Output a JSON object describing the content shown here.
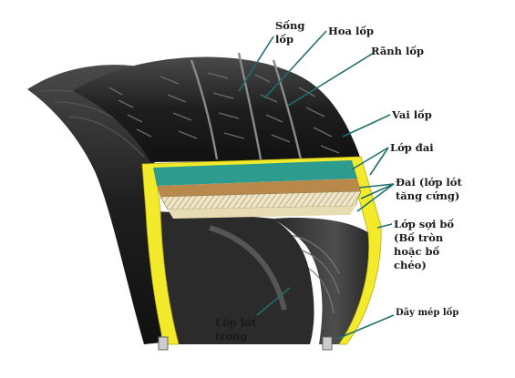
{
  "labels": {
    "song_lop_1": "Sống",
    "song_lop_2": "lốp",
    "hoa_lop": "Hoa lốp",
    "ranh_lop": "Rãnh lốp",
    "vai_lop": "Vai lốp",
    "lop_dai": "Lớp đai",
    "dai_1": "Đai (lớp lót",
    "dai_2": "tăng cứng)",
    "soi_bo_1": "Lớp sợi bố",
    "soi_bo_2": "(Bố tròn",
    "soi_bo_3": "hoặc bố",
    "soi_bo_4": "chéo)",
    "lop_lot_1": "Lớp lót",
    "lop_lot_2": "trong",
    "day_mep": "Dây mép lốp"
  },
  "colors": {
    "rubber": "#1c1c1c",
    "rubber_mid": "#3a3a3a",
    "tread_groove": "#8a8a8a",
    "yellow_layer": "#f2ea2a",
    "teal_belt": "#2e9b8f",
    "brown_belt": "#b8894a",
    "cream_ply": "#efe6c8",
    "leader": "#1f6f6a"
  }
}
